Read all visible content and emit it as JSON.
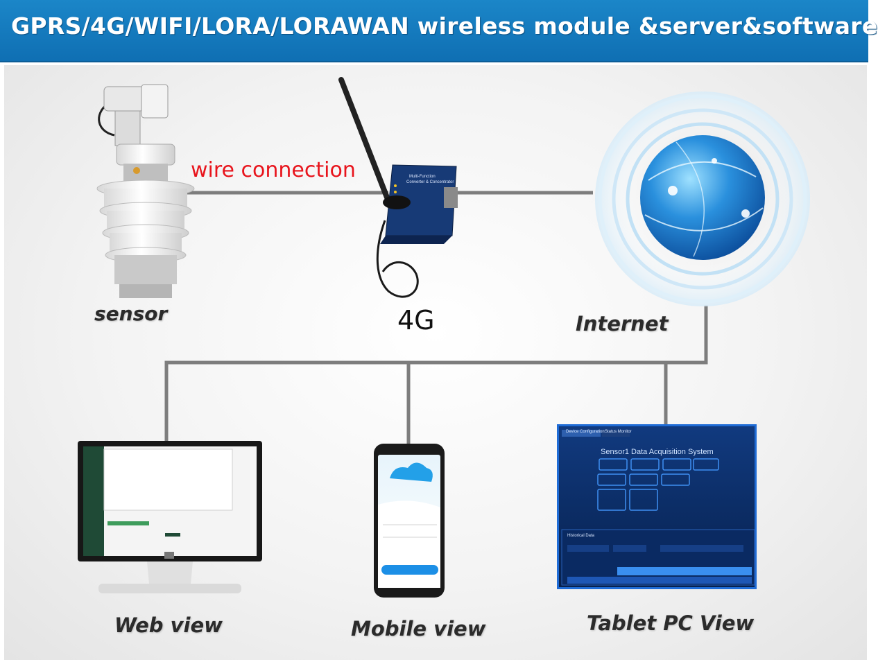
{
  "banner": {
    "title": "GPRS/4G/WIFI/LORA/LORAWAN wireless module &server&software"
  },
  "labels": {
    "wire": "wire connection",
    "sensor": "sensor",
    "fourg": "4G",
    "internet": "Internet",
    "web": "Web view",
    "mobile": "Mobile view",
    "tablet": "Tablet PC View"
  },
  "router_screen": {
    "title": "Multi-Function Converter & Concentrator"
  },
  "tablet_screen": {
    "tab1": "Device Configuration",
    "tab2": "Status Monitor",
    "system_title": "Sensor1 Data Acquisition System",
    "history": "Historical Data"
  },
  "colors": {
    "banner": "#1479bf",
    "wire_text": "#e8141c",
    "line": "#7d7d7d",
    "tablet_bg": "#0c2f6e",
    "globe": "#1e88d8"
  }
}
